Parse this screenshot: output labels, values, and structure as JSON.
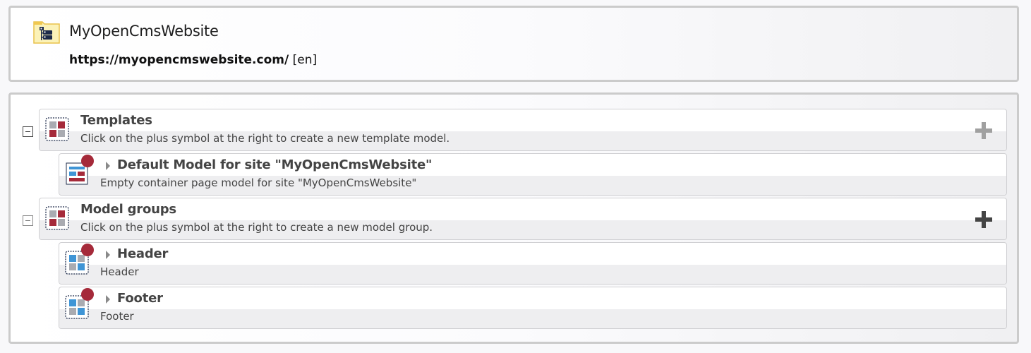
{
  "site": {
    "title": "MyOpenCmsWebsite",
    "url": "https://myopencmswebsite.com/",
    "locale": "[en]",
    "icon": "sitemap-folder-icon"
  },
  "tree": {
    "sections": [
      {
        "title": "Templates",
        "description": "Click on the plus symbol at the right to create a new template model.",
        "icon": "template-models-icon",
        "expanded": true,
        "add_enabled": false,
        "children": [
          {
            "title": "Default Model for site \"MyOpenCmsWebsite\"",
            "description": "Empty container page model for site \"MyOpenCmsWebsite\"",
            "icon": "container-page-model-icon",
            "changed_marker": true
          }
        ]
      },
      {
        "title": "Model groups",
        "description": "Click on the plus symbol at the right to create a new model group.",
        "icon": "model-groups-icon",
        "expanded": true,
        "add_enabled": true,
        "children": [
          {
            "title": "Header",
            "description": "Header",
            "icon": "model-group-icon",
            "changed_marker": true
          },
          {
            "title": "Footer",
            "description": "Footer",
            "icon": "model-group-icon",
            "changed_marker": true
          }
        ]
      }
    ]
  },
  "colors": {
    "accent_red": "#a52a3a",
    "accent_blue": "#3f95d6",
    "neutral_gray": "#a9abb1",
    "folder_yellow": "#f4d35e",
    "navy": "#1d2b4a"
  }
}
